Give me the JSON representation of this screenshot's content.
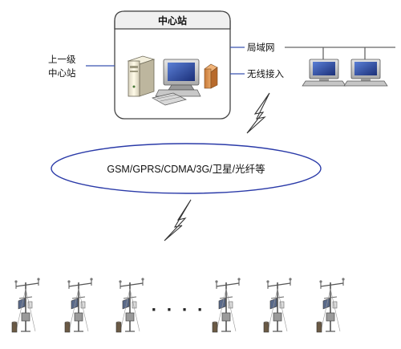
{
  "center": {
    "title": "中心站"
  },
  "upper": {
    "line1": "上一级",
    "line2": "中心站"
  },
  "links": {
    "lan": "局域网",
    "wireless": "无线接入"
  },
  "network": {
    "label": "GSM/GPRS/CDMA/3G/卫星/光纤等"
  },
  "stations": {
    "ellipsis": "· · · ·",
    "count": 6
  },
  "colors": {
    "link": "#3a55b0",
    "ellipse": "#2a3aa8",
    "box_border": "#444444",
    "title_fill": "#f0f0f0"
  }
}
